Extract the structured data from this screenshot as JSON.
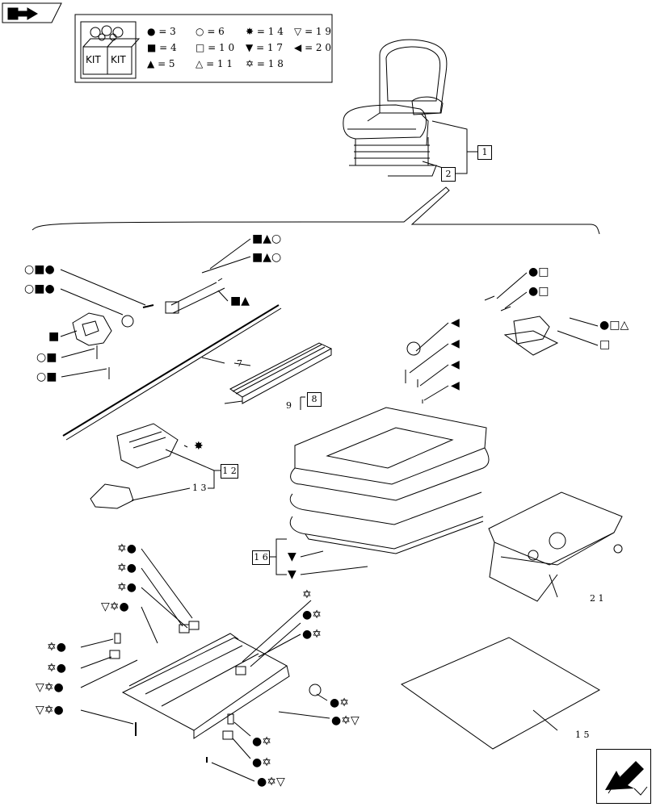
{
  "legend": [
    {
      "symbol": "●",
      "eq": "= 3"
    },
    {
      "symbol": "○",
      "eq": "= 6"
    },
    {
      "symbol": "✸",
      "eq": "= 1 4"
    },
    {
      "symbol": "▽",
      "eq": "= 1 9"
    },
    {
      "symbol": "■",
      "eq": "= 4"
    },
    {
      "symbol": "□",
      "eq": "= 1 0"
    },
    {
      "symbol": "▼",
      "eq": "= 1 7"
    },
    {
      "symbol": "◀",
      "eq": "= 2 0"
    },
    {
      "symbol": "▲",
      "eq": "= 5"
    },
    {
      "symbol": "△",
      "eq": "= 1 1"
    },
    {
      "symbol": "✡",
      "eq": "= 1 8"
    }
  ],
  "kit_labels": [
    "KIT",
    "KIT"
  ],
  "ref_boxes": {
    "b1": "1",
    "b2": "2",
    "b8": "8",
    "b12": "1 2",
    "b16": "1 6"
  },
  "ref_labels": {
    "l7": "7",
    "l9": "9",
    "l13": "1 3",
    "l21": "2 1",
    "l15": "1 5"
  },
  "callouts": {
    "c1": "■▲○",
    "c2": "■▲○",
    "c3": "○■●",
    "c4": "○■●",
    "c5": "■▲",
    "c6": "■",
    "c7": "○■",
    "c8": "○■",
    "c9": "●□",
    "c10": "●□",
    "c11": "●□△",
    "c12": "□",
    "c13": "◀",
    "c14": "◀",
    "c15": "◀",
    "c16": "◀",
    "c17": "✸",
    "c18": "▼",
    "c19": "▼",
    "c20": "✡●",
    "c21": "✡●",
    "c22": "✡●",
    "c23": "▽✡●",
    "c24": "✡●",
    "c25": "✡●",
    "c26": "▽✡●",
    "c27": "▽✡●",
    "c28": "✡",
    "c29": "●✡",
    "c30": "●✡",
    "c31": "●✡",
    "c32": "●✡▽",
    "c33": "●✡",
    "c34": "●✡",
    "c35": "●✡▽"
  }
}
